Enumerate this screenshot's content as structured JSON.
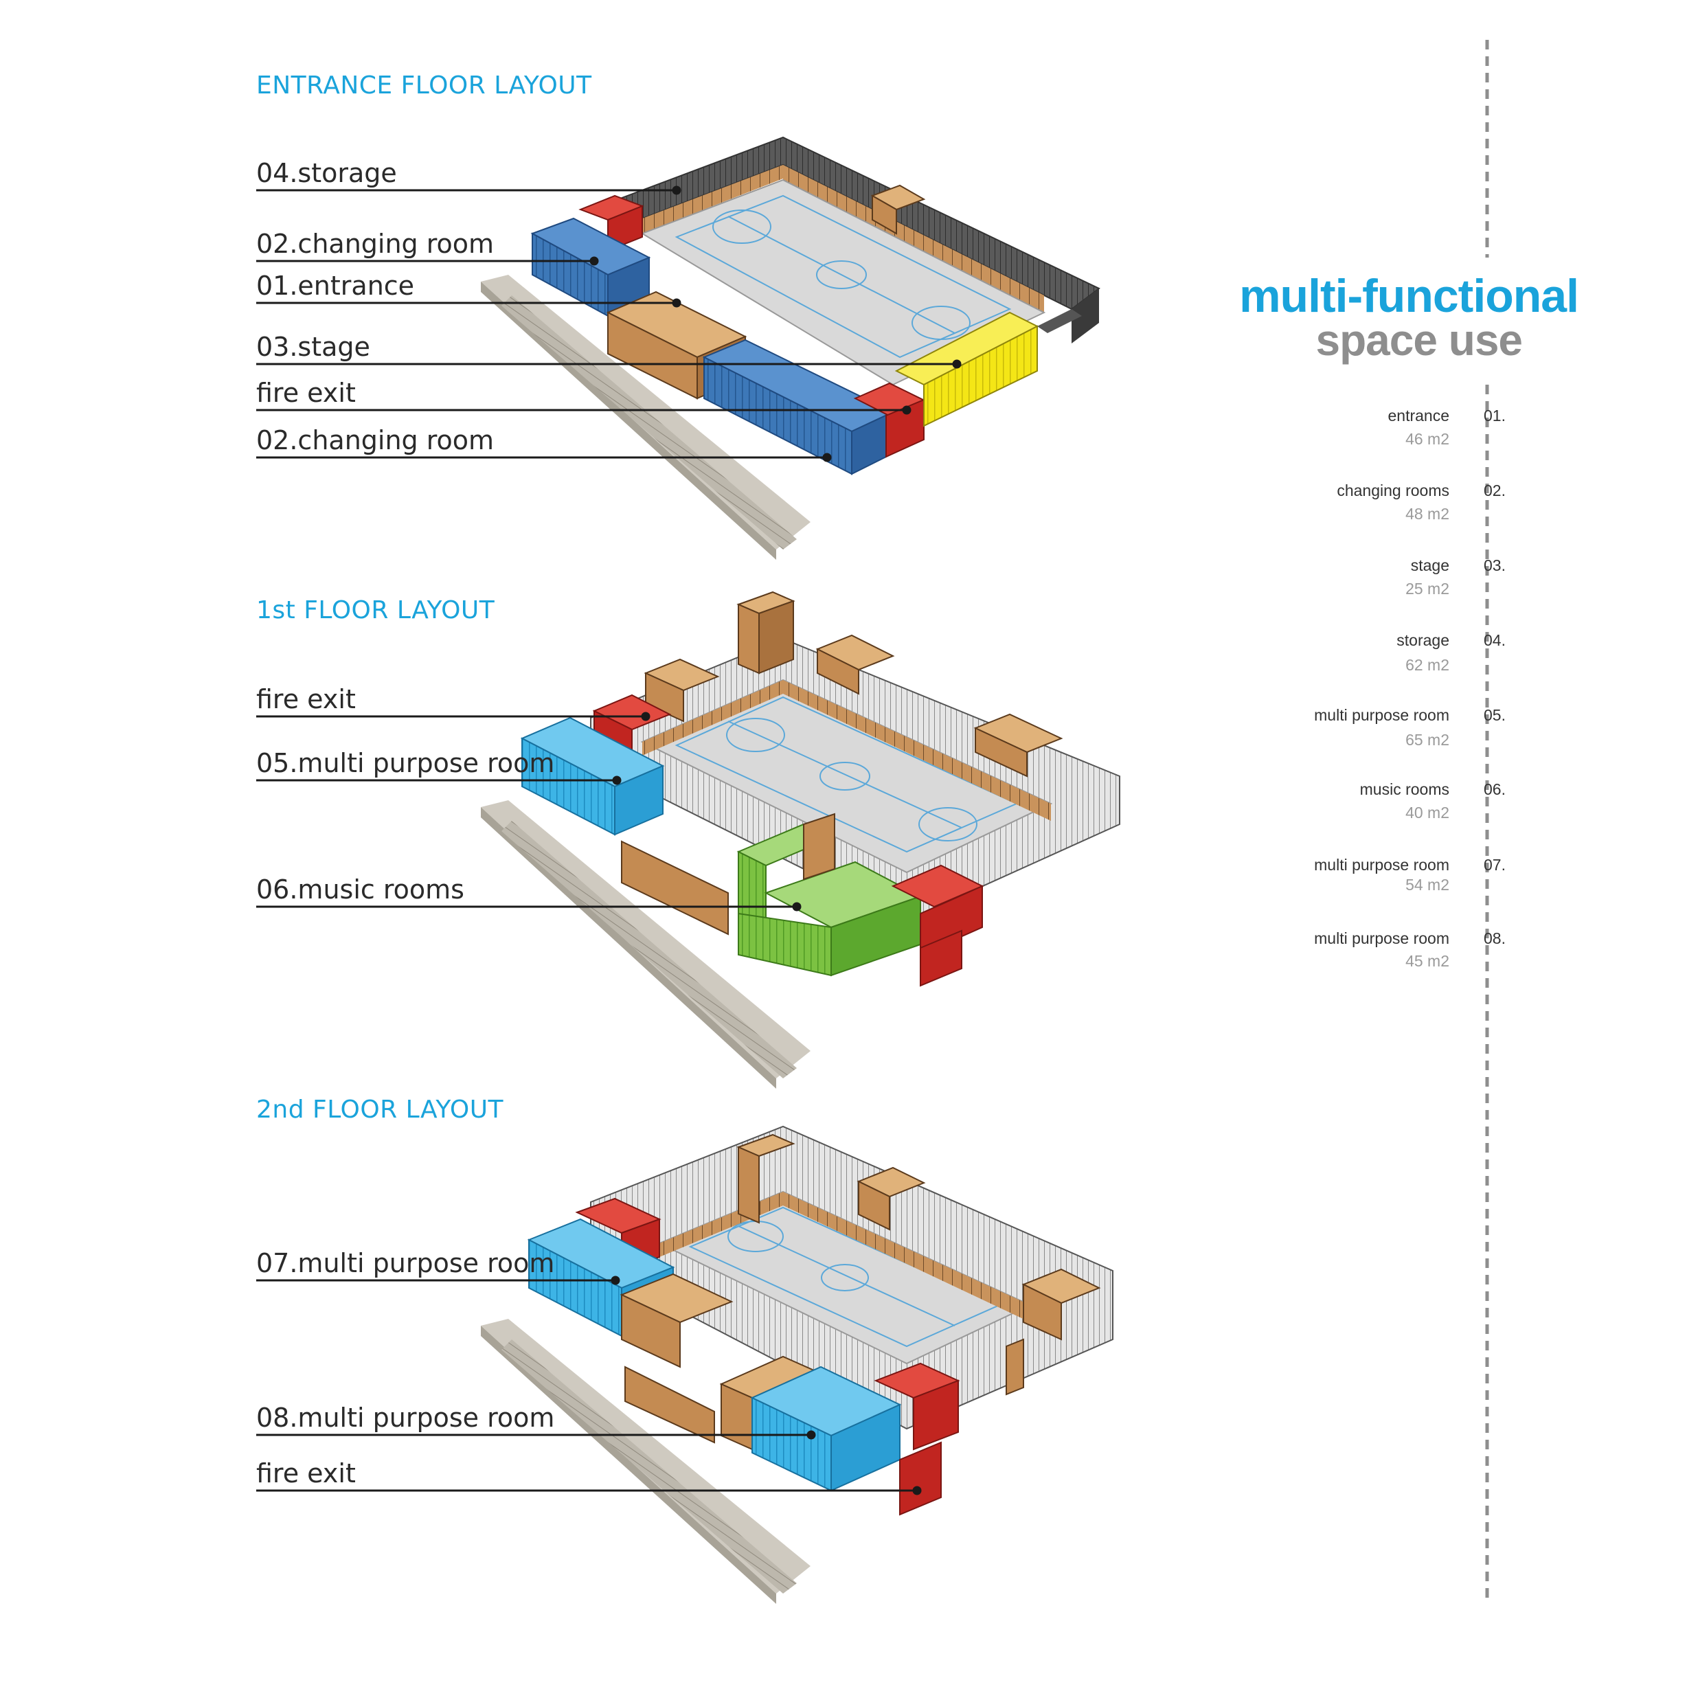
{
  "header": {
    "title_line1": "multi-functional",
    "title_line2": "space use"
  },
  "colors": {
    "accent_blue": "#1aa3db",
    "title_gray": "#8e8e8e",
    "changing_room_blue": "#3d78b8",
    "multi_purpose_cyan": "#3db4e6",
    "fire_exit_red": "#d9302c",
    "stage_yellow": "#f4e616",
    "music_green": "#7cc242",
    "storage_gray": "#4d4d4d",
    "wood": "#d8a26a",
    "court": "#d9d9d9"
  },
  "sections": [
    {
      "title": "ENTRANCE FLOOR LAYOUT",
      "callouts": [
        "04.storage",
        "02.changing room",
        "01.entrance",
        "03.stage",
        "fire exit",
        "02.changing room"
      ]
    },
    {
      "title": "1st FLOOR LAYOUT",
      "callouts": [
        "fire exit",
        "05.multi purpose room",
        "06.music rooms"
      ]
    },
    {
      "title": "2nd FLOOR LAYOUT",
      "callouts": [
        "07.multi purpose room",
        "08.multi purpose room",
        "fire exit"
      ]
    }
  ],
  "legend": [
    {
      "number": "01.",
      "name": "entrance",
      "area": "46 m2"
    },
    {
      "number": "02.",
      "name": "changing rooms",
      "area": "48 m2"
    },
    {
      "number": "03.",
      "name": "stage",
      "area": "25 m2"
    },
    {
      "number": "04.",
      "name": "storage",
      "area": "62 m2"
    },
    {
      "number": "05.",
      "name": "multi purpose room",
      "area": "65 m2"
    },
    {
      "number": "06.",
      "name": "music rooms",
      "area": "40 m2"
    },
    {
      "number": "07.",
      "name": "multi purpose room",
      "area": "54 m2"
    },
    {
      "number": "08.",
      "name": "multi purpose room",
      "area": "45 m2"
    }
  ]
}
